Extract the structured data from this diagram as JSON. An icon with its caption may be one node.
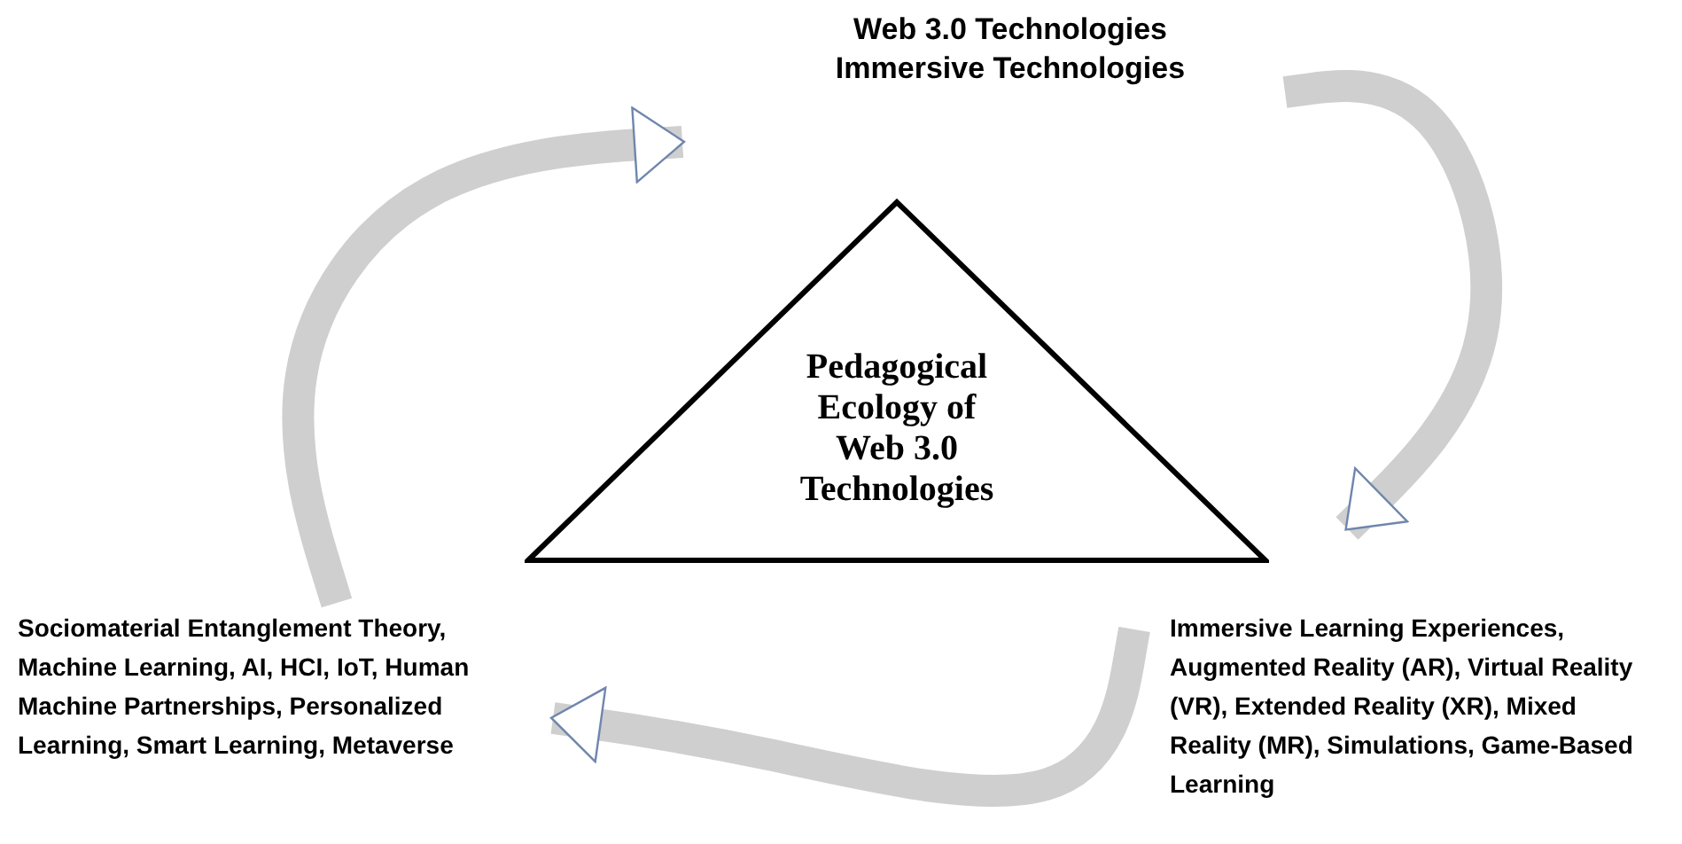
{
  "diagram": {
    "nodes": [
      {
        "text": [
          "Web 3.0 Technologies",
          "Immersive Technologies"
        ]
      },
      {
        "text": [
          "Pedagogical Ecology of Web 3.0 Technologies"
        ]
      },
      {
        "text": [
          "Immersive Learning Experiences, Augmented Reality (AR), Virtual Reality (VR), Extended Reality (XR), Mixed Reality (MR), Simulations, Game-Based Learning"
        ]
      },
      {
        "text": [
          "Sociomaterial Entanglement Theory, Machine Learning, AI, HCI, IoT, Human Machine Partnerships, Personalized Learning, Smart Learning, Metaverse"
        ]
      }
    ],
    "edges": [
      {
        "from": 3,
        "to": 0,
        "arrow": "to"
      },
      {
        "from": 0,
        "to": 2,
        "arrow": "to"
      },
      {
        "from": 2,
        "to": 3,
        "arrow": "to"
      }
    ]
  }
}
